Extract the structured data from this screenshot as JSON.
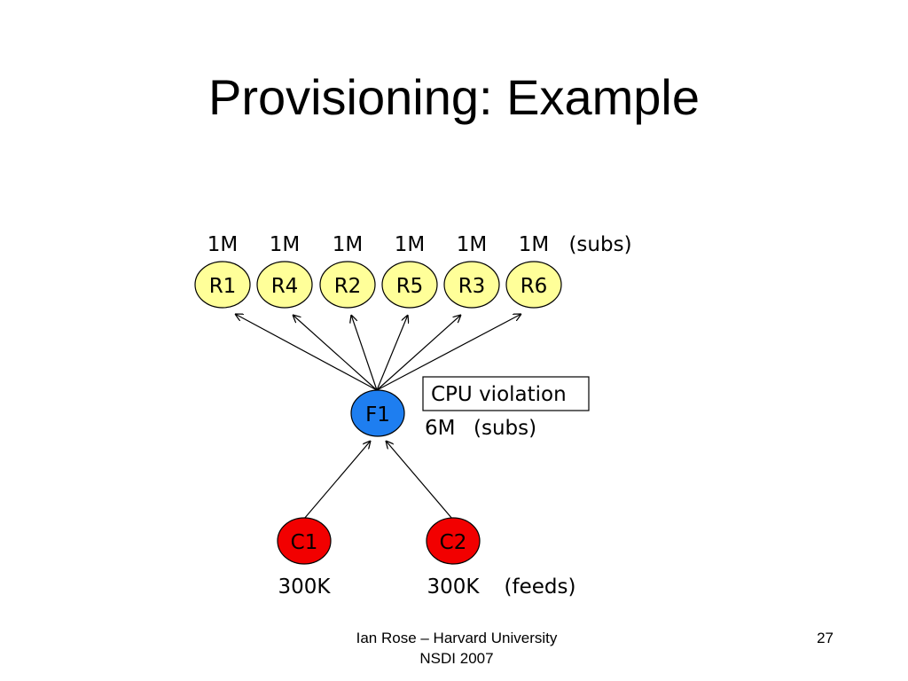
{
  "slide": {
    "title": "Provisioning: Example",
    "footer_line1": "Ian Rose – Harvard University",
    "footer_line2": "NSDI 2007",
    "page_number": "27"
  },
  "diagram": {
    "top_nodes": [
      {
        "id": "R1",
        "load": "1M"
      },
      {
        "id": "R4",
        "load": "1M"
      },
      {
        "id": "R2",
        "load": "1M"
      },
      {
        "id": "R5",
        "load": "1M"
      },
      {
        "id": "R3",
        "load": "1M"
      },
      {
        "id": "R6",
        "load": "1M"
      }
    ],
    "top_unit": "(subs)",
    "center_node": {
      "id": "F1",
      "load": "6M",
      "unit": "(subs)"
    },
    "violation_label": "CPU violation",
    "bottom_nodes": [
      {
        "id": "C1",
        "load": "300K"
      },
      {
        "id": "C2",
        "load": "300K"
      }
    ],
    "bottom_unit": "(feeds)",
    "colors": {
      "r_nodes": "#ffff99",
      "f_node": "#1e7ef0",
      "c_nodes": "#f20000",
      "stroke": "#000000"
    }
  }
}
